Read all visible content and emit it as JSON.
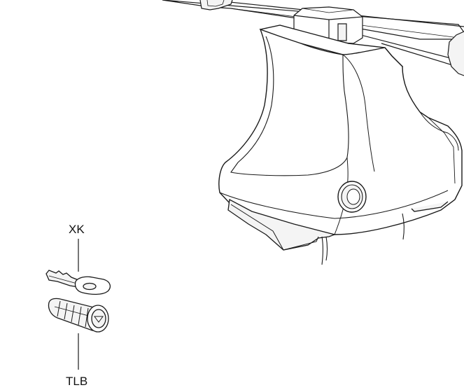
{
  "labels": {
    "key": "XK",
    "lock_cylinder": "TLB"
  },
  "icons": {
    "bracket": "roof-rack-foot-drawing",
    "key": "key-icon",
    "cylinder": "lock-cylinder-icon"
  },
  "colors": {
    "line": "#1a1a1a",
    "body_fill": "#ffffff",
    "shade_fill": "#f4f4f4",
    "background": "#ffffff"
  }
}
